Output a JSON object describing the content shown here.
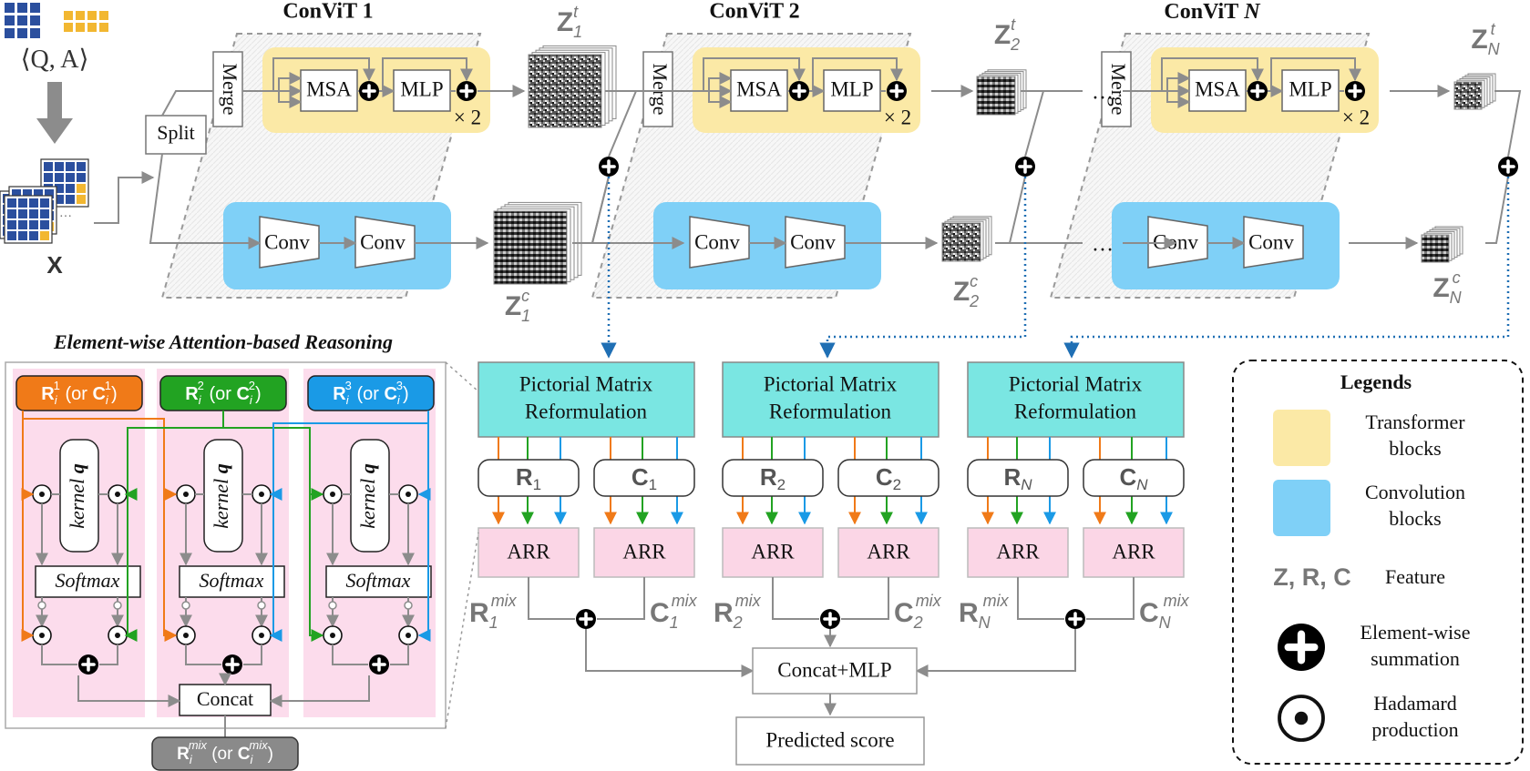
{
  "stages": [
    {
      "title": "ConViT 1",
      "zt": "Z",
      "zt_sub": "1",
      "zt_sup": "t",
      "zc": "Z",
      "zc_sub": "1",
      "zc_sup": "c"
    },
    {
      "title": "ConViT 2",
      "zt": "Z",
      "zt_sub": "2",
      "zt_sup": "t",
      "zc": "Z",
      "zc_sub": "2",
      "zc_sup": "c"
    },
    {
      "title_main": "ConViT",
      "title_n": "N",
      "zt": "Z",
      "zt_sub": "N",
      "zt_sup": "t",
      "zc": "Z",
      "zc_sub": "N",
      "zc_sup": "c"
    }
  ],
  "blocks": {
    "merge": "Merge",
    "split": "Split",
    "msa": "MSA",
    "mlp": "MLP",
    "times2": "× 2",
    "conv": "Conv",
    "ellipsis": "…"
  },
  "input": {
    "qa": "⟨Q, A⟩",
    "x": "X"
  },
  "pmr": {
    "line1": "Pictorial Matrix",
    "line2": "Reformulation"
  },
  "rc": [
    {
      "r": "R",
      "r_sub": "1",
      "c": "C",
      "c_sub": "1",
      "rmix": "R",
      "rmix_sub": "1",
      "cmix": "C",
      "cmix_sub": "1"
    },
    {
      "r": "R",
      "r_sub": "2",
      "c": "C",
      "c_sub": "2",
      "rmix": "R",
      "rmix_sub": "2",
      "cmix": "C",
      "cmix_sub": "2"
    },
    {
      "r": "R",
      "r_sub": "N",
      "c": "C",
      "c_sub": "N",
      "rmix": "R",
      "rmix_sub": "N",
      "cmix": "C",
      "cmix_sub": "N"
    }
  ],
  "mix_sup": "mix",
  "arr": "ARR",
  "concat_mlp": "Concat+MLP",
  "predicted_score": "Predicted score",
  "earr": {
    "title": "Element-wise Attention-based Reasoning",
    "kernel": "kernel",
    "kernel_q": "q",
    "softmax": "Softmax",
    "concat": "Concat",
    "inputs": [
      {
        "r": "R",
        "sub": "i",
        "sup": "1",
        "or": "(or",
        "c": "C",
        "close": ")"
      },
      {
        "r": "R",
        "sub": "i",
        "sup": "2",
        "or": "(or",
        "c": "C",
        "close": ")"
      },
      {
        "r": "R",
        "sub": "i",
        "sup": "3",
        "or": "(or",
        "c": "C",
        "close": ")"
      }
    ],
    "output": {
      "r": "R",
      "sub": "i",
      "sup": "mix",
      "or": "(or",
      "c": "C",
      "close": ")"
    }
  },
  "legend": {
    "title": "Legends",
    "transformer_1": "Transformer",
    "transformer_2": "blocks",
    "conv_1": "Convolution",
    "conv_2": "blocks",
    "feature_symbols": "Z, R, C",
    "feature": "Feature",
    "sum_1": "Element-wise",
    "sum_2": "summation",
    "had_1": "Hadamard",
    "had_2": "production"
  },
  "colors": {
    "transformer": "#fbe9a6",
    "convolution": "#7fd0f7",
    "pmr": "#7ae6e2",
    "arr": "#fbd6e6",
    "earr_column": "#fcdcec",
    "orange": "#f07a18",
    "green": "#22a322",
    "blue": "#1a9ae6",
    "gray": "#8c8c8c",
    "dotted_link": "#1f6fb4"
  }
}
